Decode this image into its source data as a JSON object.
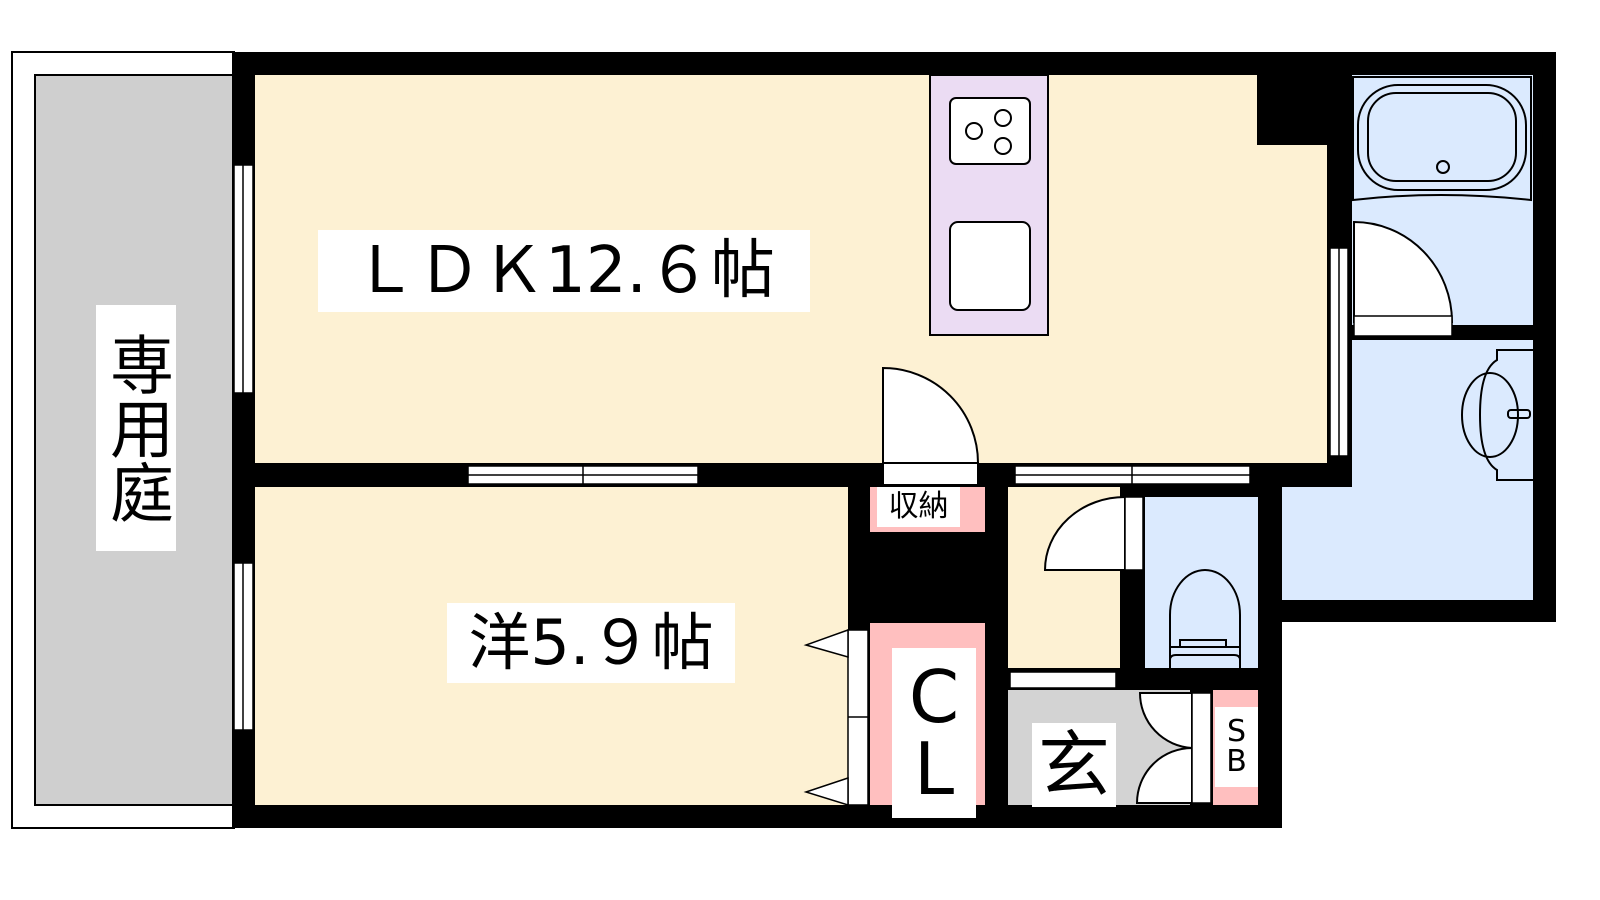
{
  "rooms": {
    "ldk": "ＬＤＫ12.６帖",
    "western": "洋5.９帖",
    "storage": "収納",
    "closet_c": "C",
    "closet_l": "L",
    "entrance": "玄",
    "shoe_box_s": "S",
    "shoe_box_b": "B",
    "garden": "専用庭"
  },
  "colors": {
    "living": "#fdf1d3",
    "storage": "#ffbfbf",
    "wet": "#dbeafe",
    "kitchen": "#ebdcf3",
    "entrance": "#d3d3d3",
    "garden": "#cfcfcf",
    "wall": "#000000"
  }
}
